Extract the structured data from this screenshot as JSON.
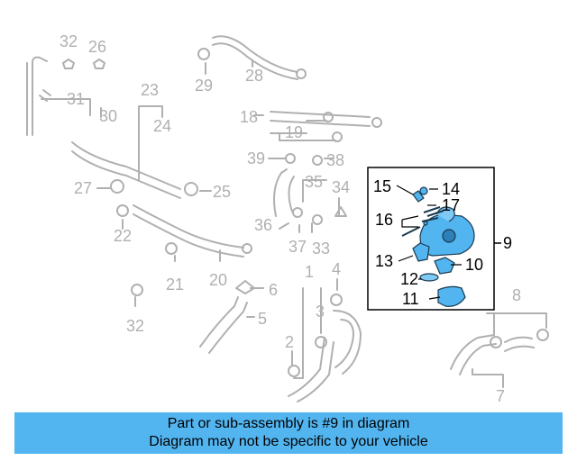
{
  "diagram": {
    "labels": {
      "p1": "1",
      "p2": "2",
      "p3": "3",
      "p4": "4",
      "p5": "5",
      "p6": "6",
      "p7": "7",
      "p8": "8",
      "p9": "9",
      "p10": "10",
      "p11": "11",
      "p12": "12",
      "p13": "13",
      "p14": "14",
      "p15": "15",
      "p16": "16",
      "p17": "17",
      "p18": "18",
      "p19": "19",
      "p20": "20",
      "p21": "21",
      "p22": "22",
      "p23": "23",
      "p24": "24",
      "p25": "25",
      "p26": "26",
      "p27": "27",
      "p28": "28",
      "p29": "29",
      "p30": "30",
      "p31": "31",
      "p32a": "32",
      "p32b": "32",
      "p33": "33",
      "p34": "34",
      "p35": "35",
      "p36": "36",
      "p37": "37",
      "p38": "38",
      "p39": "39"
    },
    "colors": {
      "ghost": "#b0b0b0",
      "highlight": "#52b5f0",
      "ink": "#000000"
    }
  },
  "banner": {
    "line1": "Part or sub-assembly is #9 in diagram",
    "line2": "Diagram may not be specific to your vehicle"
  }
}
